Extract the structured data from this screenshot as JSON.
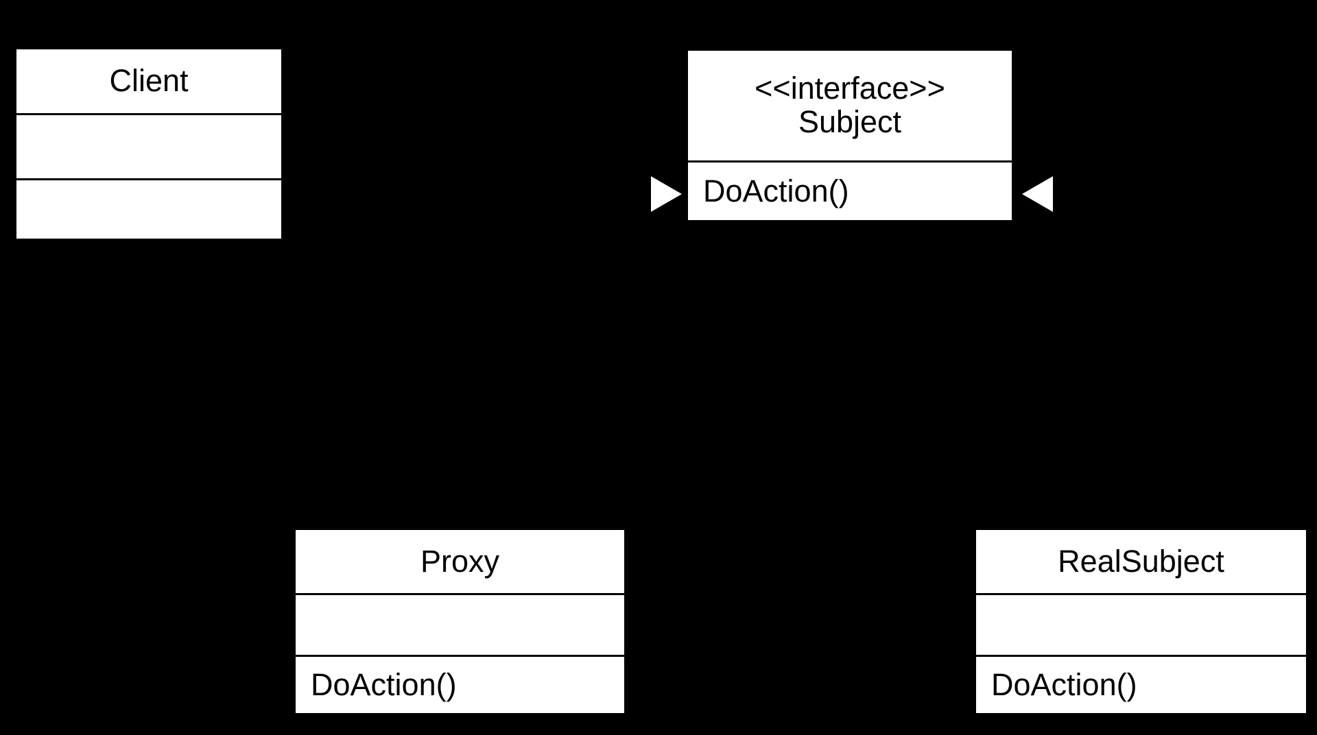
{
  "diagram": {
    "title": "Proxy Design Pattern UML Class Diagram",
    "type": "uml-class-diagram",
    "background_color": "#000000",
    "box_fill_color": "#ffffff",
    "line_color": "#000000",
    "arrow_fill_color": "#ffffff"
  },
  "classes": {
    "client": {
      "name": "Client",
      "attributes": "",
      "operations": ""
    },
    "subject": {
      "stereotype": "<<interface>>",
      "name": "Subject",
      "name_block": "<<interface>>\nSubject",
      "operations": "DoAction()"
    },
    "proxy": {
      "name": "Proxy",
      "attributes": "",
      "operations": "DoAction()"
    },
    "realsubject": {
      "name": "RealSubject",
      "attributes": "",
      "operations": "DoAction()"
    }
  },
  "relationships": [
    {
      "name": "client-uses-subject",
      "from": "Client",
      "to": "Subject",
      "arrow": "open-triangle-right"
    },
    {
      "name": "proxy-realizes-subject",
      "from": "Proxy",
      "to": "Subject",
      "arrow": "open-triangle-right"
    },
    {
      "name": "realsubject-realizes-subject",
      "from": "RealSubject",
      "to": "Subject",
      "arrow": "open-triangle-left"
    }
  ]
}
